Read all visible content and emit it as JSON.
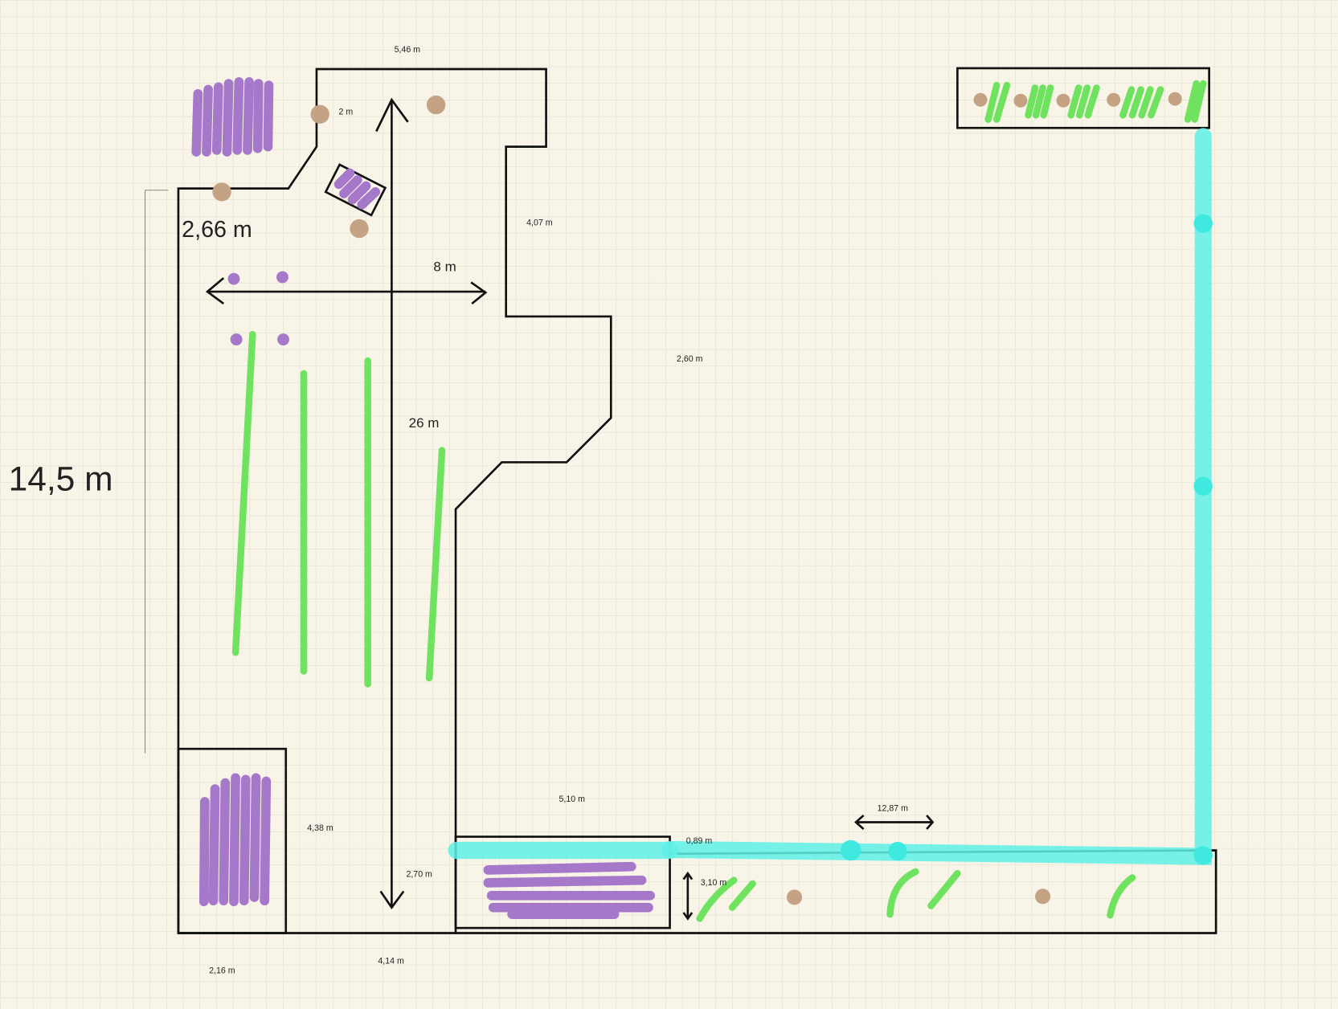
{
  "labels": {
    "top_width": "5,46 m",
    "small_2m": "2 m",
    "left_top": "2,66 m",
    "width_8m": "8 m",
    "side_407": "4,07 m",
    "mid_260": "2,60 m",
    "length_26": "26 m",
    "height_145": "14,5 m",
    "bottom_510": "5,10 m",
    "bottom_1287": "12,87 m",
    "bottom_089": "0,89 m",
    "room_438": "4,38 m",
    "bottom_310": "3,10 m",
    "bottom_270": "2,70 m",
    "bottom_216": "2,16 m",
    "bottom_414": "4,14 m"
  },
  "colors": {
    "background": "#f8f5e8",
    "grid": "#dcdccc",
    "green": "#6fe35f",
    "purple": "#a678c9",
    "cyan": "#5ff0e6",
    "tan": "#c4a384"
  }
}
